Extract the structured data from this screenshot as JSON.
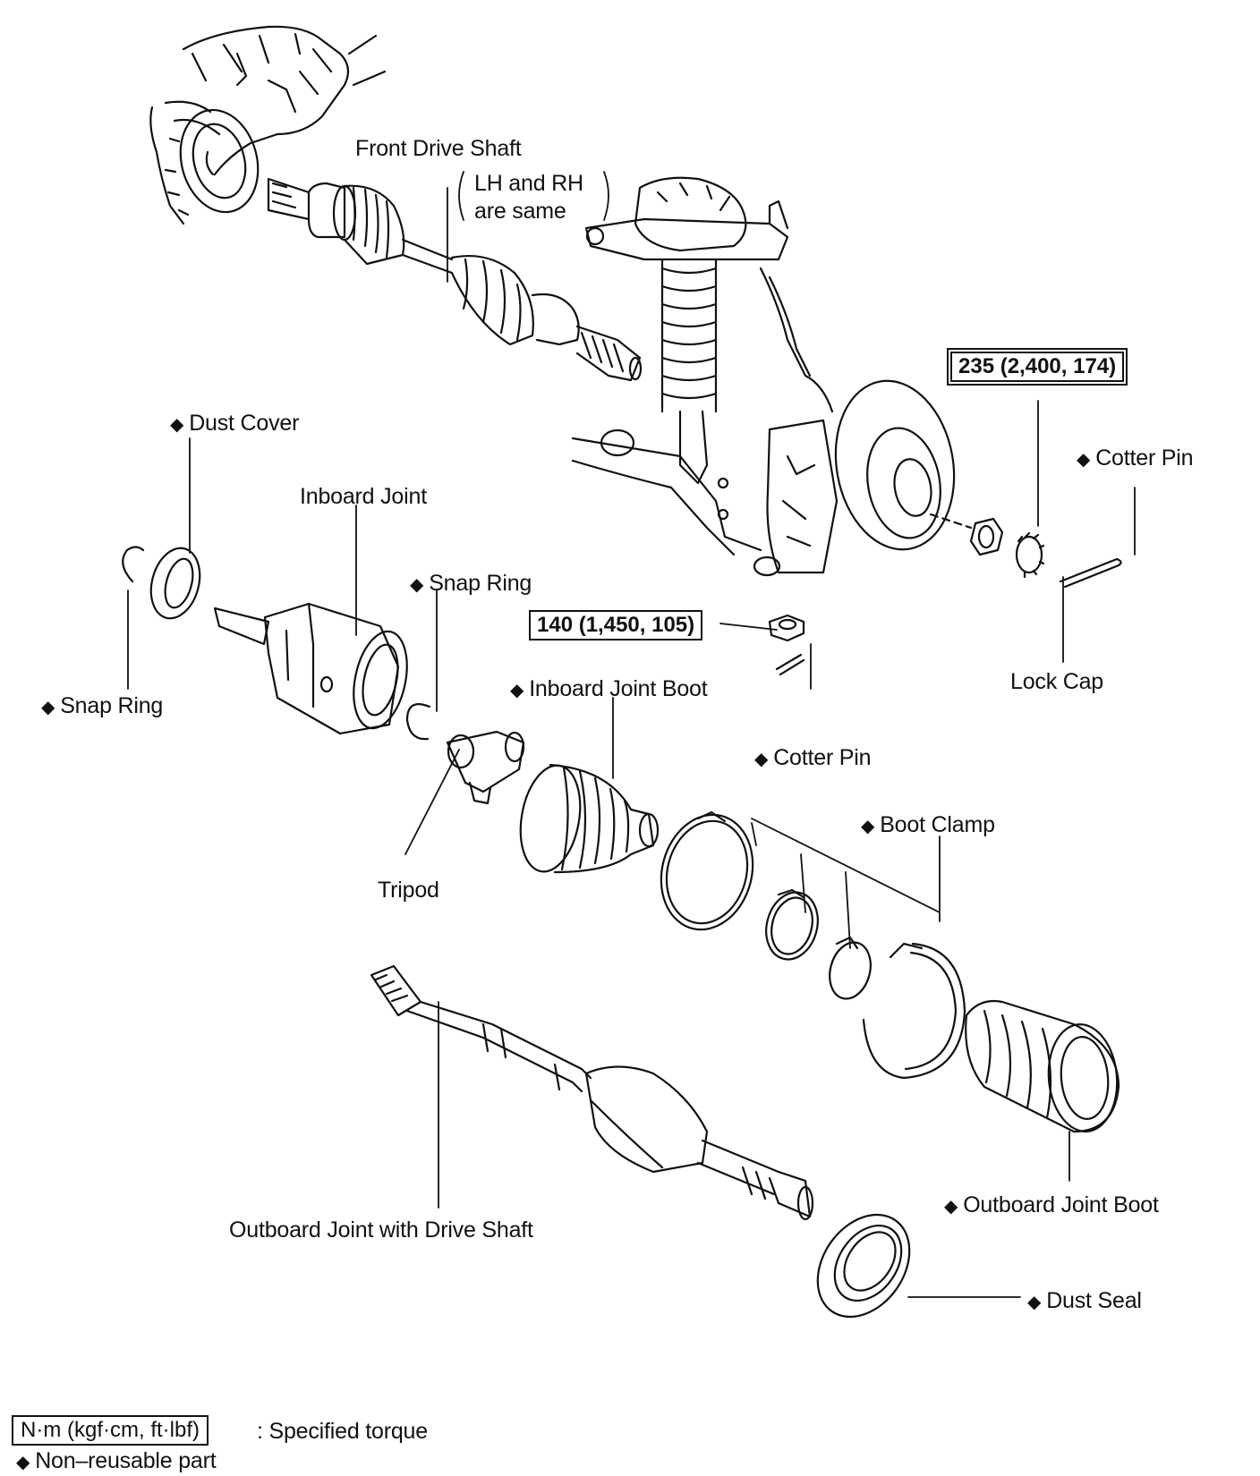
{
  "labels": {
    "front_drive_shaft": "Front Drive Shaft",
    "lh_rh_line1": "LH and RH",
    "lh_rh_line2": "are same",
    "dust_cover": "Dust Cover",
    "inboard_joint": "Inboard Joint",
    "snap_ring_right": "Snap Ring",
    "snap_ring_left": "Snap Ring",
    "inboard_joint_boot": "Inboard Joint Boot",
    "cotter_pin_center": "Cotter Pin",
    "cotter_pin_right": "Cotter Pin",
    "lock_cap": "Lock Cap",
    "boot_clamp": "Boot Clamp",
    "tripod": "Tripod",
    "outboard_joint_with_drive_shaft": "Outboard Joint with Drive Shaft",
    "outboard_joint_boot": "Outboard Joint Boot",
    "dust_seal": "Dust Seal"
  },
  "torque_specs": {
    "hub_nut": "235 (2,400, 174)",
    "ball_joint_nut": "140 (1,450, 105)"
  },
  "non_reusable_marker": "◆",
  "legend": {
    "torque_unit": "N·m (kgf·cm, ft·lbf)",
    "torque_text": ": Specified torque",
    "nonreusable_text": "Non–reusable part"
  }
}
